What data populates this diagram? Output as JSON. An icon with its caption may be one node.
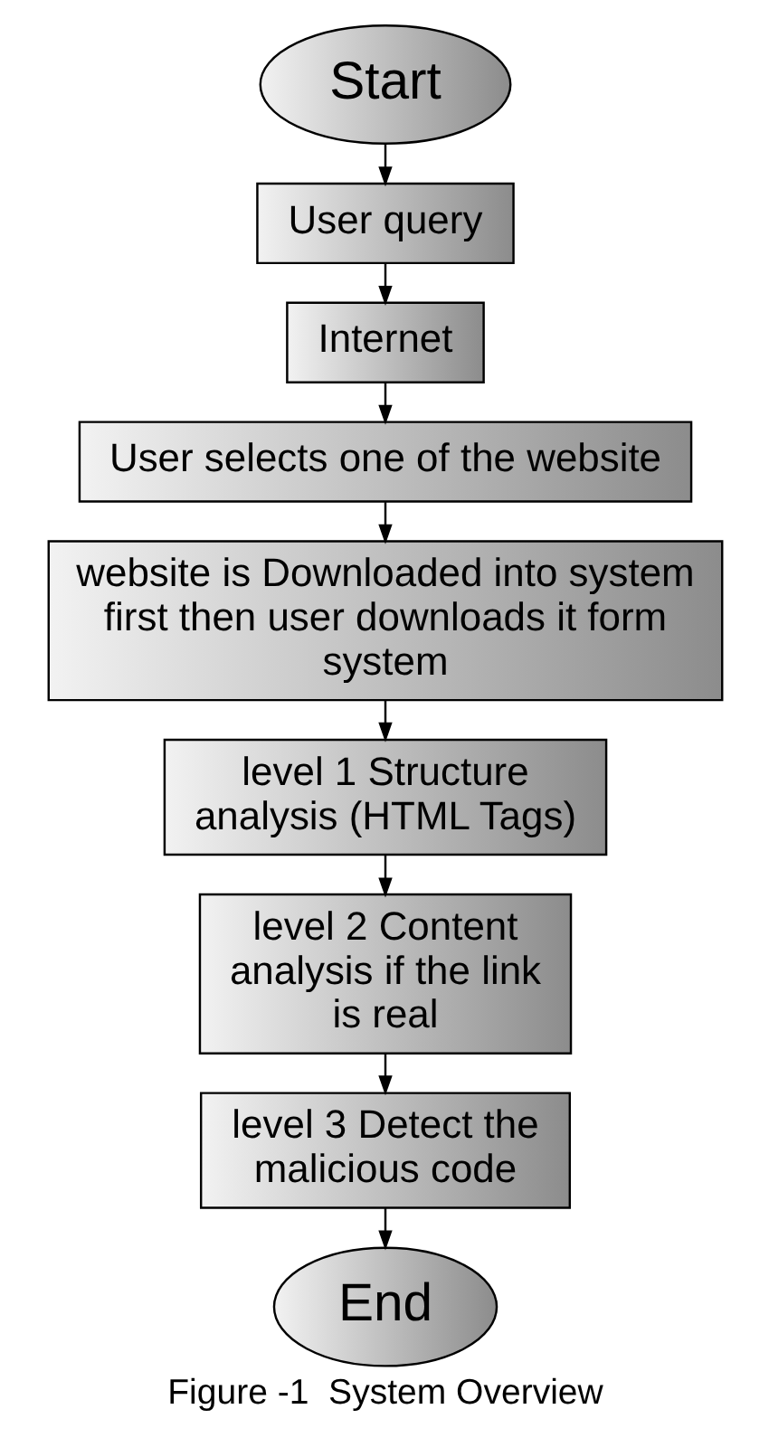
{
  "diagram": {
    "caption": "Figure -1  System Overview",
    "nodes": [
      {
        "text": [
          "Start"
        ]
      },
      {
        "text": [
          "User query"
        ]
      },
      {
        "text": [
          "Internet"
        ]
      },
      {
        "text": [
          "User selects one of the website"
        ]
      },
      {
        "text": [
          "website is Downloaded into system first then user downloads it form system"
        ]
      },
      {
        "text": [
          "level 1 Structure analysis (HTML Tags)"
        ]
      },
      {
        "text": [
          "level 2 Content analysis if the link is real"
        ]
      },
      {
        "text": [
          "level 3 Detect the malicious code"
        ]
      },
      {
        "text": [
          "End"
        ]
      }
    ],
    "edges": [
      {
        "from": 0,
        "to": 1,
        "arrow": "to"
      },
      {
        "from": 1,
        "to": 2,
        "arrow": "to"
      },
      {
        "from": 2,
        "to": 3,
        "arrow": "to"
      },
      {
        "from": 3,
        "to": 4,
        "arrow": "to"
      },
      {
        "from": 4,
        "to": 5,
        "arrow": "to"
      },
      {
        "from": 5,
        "to": 6,
        "arrow": "to"
      },
      {
        "from": 6,
        "to": 7,
        "arrow": "to"
      },
      {
        "from": 7,
        "to": 8,
        "arrow": "to"
      }
    ]
  }
}
